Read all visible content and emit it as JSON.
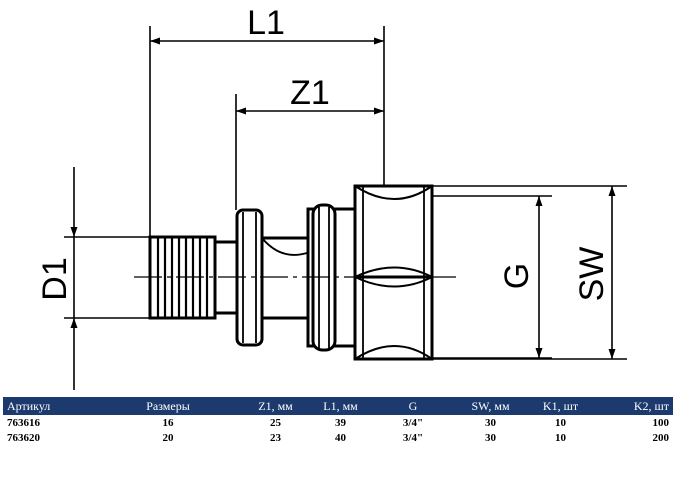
{
  "diagram": {
    "labels": {
      "l1": "L1",
      "z1": "Z1",
      "d1": "D1",
      "g": "G",
      "sw": "SW"
    }
  },
  "table": {
    "headers": [
      "Артикул",
      "Размеры",
      "Z1, мм",
      "L1, мм",
      "G",
      "SW, мм",
      "K1, шт",
      "K2, шт"
    ],
    "rows": [
      [
        "763616",
        "16",
        "25",
        "39",
        "3/4\"",
        "30",
        "10",
        "100"
      ],
      [
        "763620",
        "20",
        "23",
        "40",
        "3/4\"",
        "30",
        "10",
        "200"
      ]
    ]
  },
  "colors": {
    "header_bg": "#1d3a6e",
    "header_text": "#ffffff",
    "line": "#000000"
  }
}
